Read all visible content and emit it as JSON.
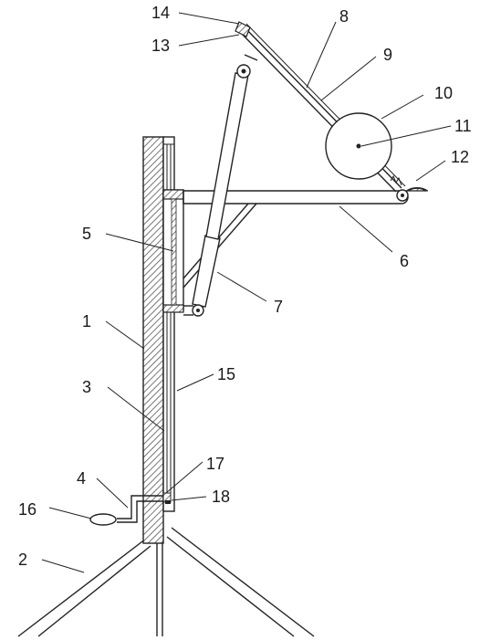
{
  "figure": {
    "colors": {
      "line": "#222222",
      "hatch": "#555555",
      "background": "#ffffff"
    },
    "callouts": [
      {
        "id": "1",
        "text": "1"
      },
      {
        "id": "2",
        "text": "2"
      },
      {
        "id": "3",
        "text": "3"
      },
      {
        "id": "4",
        "text": "4"
      },
      {
        "id": "5",
        "text": "5"
      },
      {
        "id": "6",
        "text": "6"
      },
      {
        "id": "7",
        "text": "7"
      },
      {
        "id": "8",
        "text": "8"
      },
      {
        "id": "9",
        "text": "9"
      },
      {
        "id": "10",
        "text": "10"
      },
      {
        "id": "11",
        "text": "11"
      },
      {
        "id": "12",
        "text": "12"
      },
      {
        "id": "13",
        "text": "13"
      },
      {
        "id": "14",
        "text": "14"
      },
      {
        "id": "15",
        "text": "15"
      },
      {
        "id": "16",
        "text": "16"
      },
      {
        "id": "17",
        "text": "17"
      },
      {
        "id": "18",
        "text": "18"
      }
    ]
  }
}
